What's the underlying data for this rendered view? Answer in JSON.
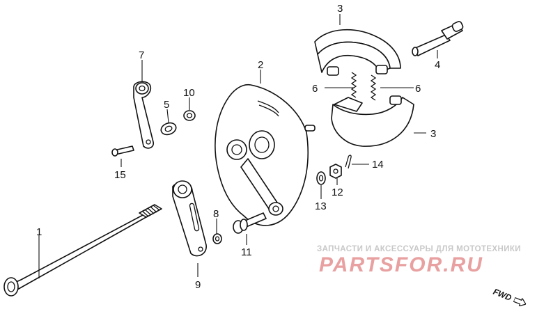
{
  "callouts": [
    {
      "id": "c1",
      "label": "1"
    },
    {
      "id": "c2",
      "label": "2"
    },
    {
      "id": "c3a",
      "label": "3"
    },
    {
      "id": "c3b",
      "label": "3"
    },
    {
      "id": "c4",
      "label": "4"
    },
    {
      "id": "c5",
      "label": "5"
    },
    {
      "id": "c6a",
      "label": "6"
    },
    {
      "id": "c6b",
      "label": "6"
    },
    {
      "id": "c7",
      "label": "7"
    },
    {
      "id": "c8",
      "label": "8"
    },
    {
      "id": "c9",
      "label": "9"
    },
    {
      "id": "c10",
      "label": "10"
    },
    {
      "id": "c11",
      "label": "11"
    },
    {
      "id": "c12",
      "label": "12"
    },
    {
      "id": "c13",
      "label": "13"
    },
    {
      "id": "c14",
      "label": "14"
    },
    {
      "id": "c15",
      "label": "15"
    }
  ],
  "watermark": {
    "caption": "ЗАПЧАСТИ И АКСЕССУАРЫ ДЛЯ МОТОТЕХНИКИ",
    "logo": "PARTSFOR.RU",
    "caption_color": "#c8c8c8",
    "logo_color": "#e8a0a0"
  },
  "direction": {
    "label": "FWD",
    "icon": "arrow-right-icon"
  }
}
